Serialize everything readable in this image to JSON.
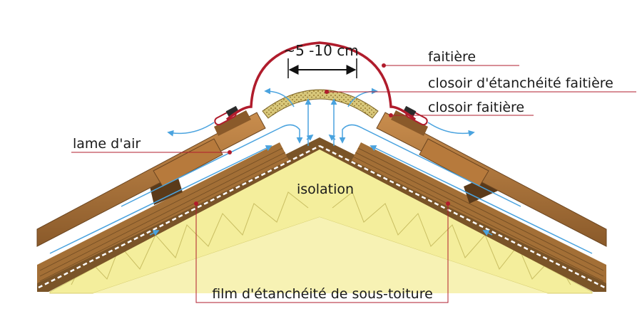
{
  "dimension": {
    "label": "~5 -10 cm"
  },
  "labels": {
    "faitiere": "faitière",
    "closoir_etancheite": "closoir d'étanchéité faitière",
    "closoir_faitiere": "closoir faitière",
    "lame_air": "lame d'air",
    "isolation": "isolation",
    "film": "film d'étanchéité de sous-toiture"
  },
  "colors": {
    "leader": "#b01c2c",
    "ridge_cap": "#b01c2c",
    "insulation": "#f4ee9c",
    "wood_light": "#b97a3e",
    "wood_dark": "#6f4a22",
    "airflow": "#4aa3df"
  }
}
